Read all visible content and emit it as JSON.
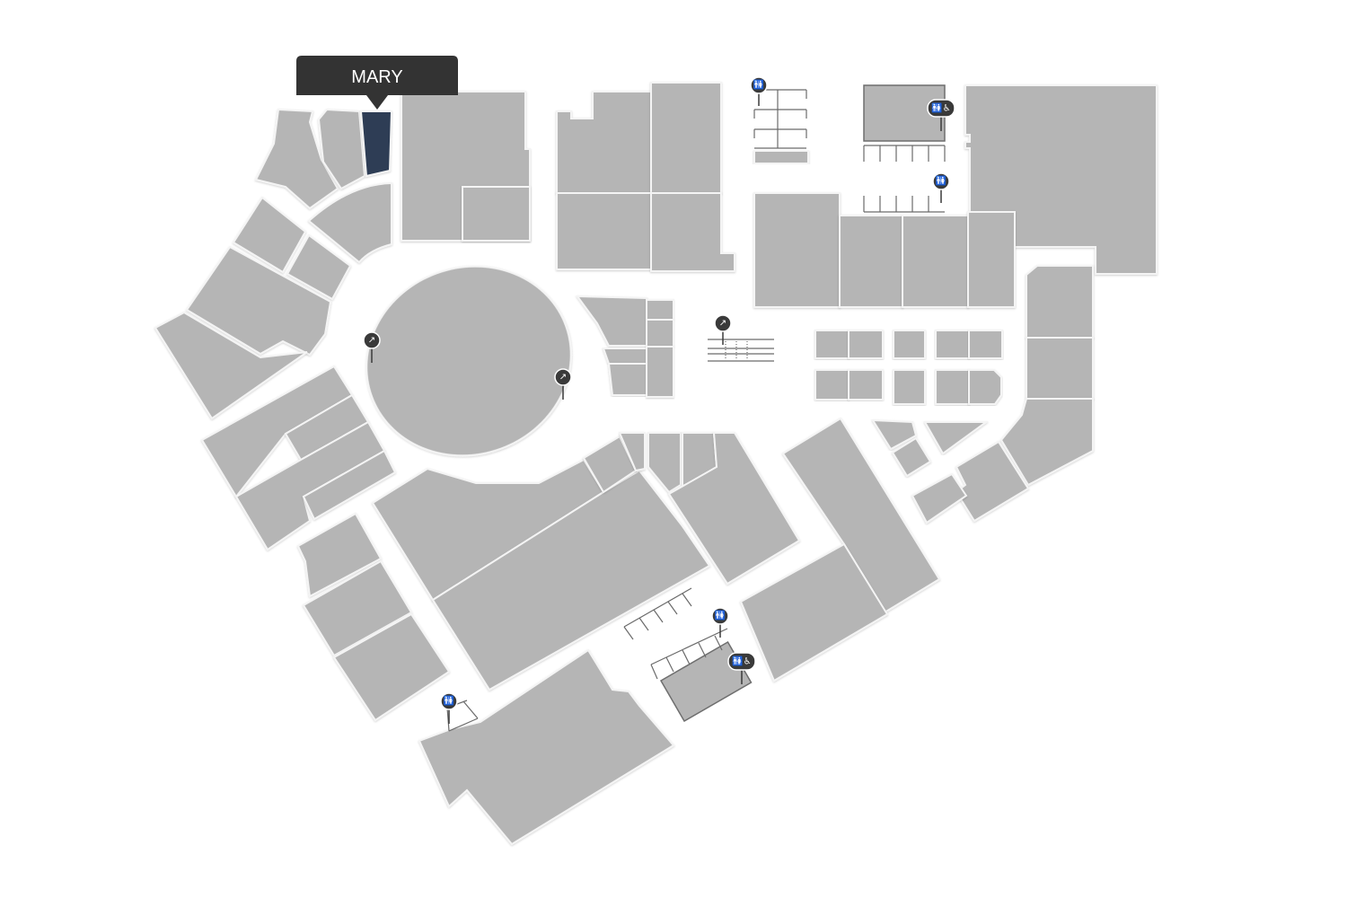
{
  "map": {
    "selected_store": {
      "label": "MARY",
      "color": "#2d3e55"
    },
    "colors": {
      "store": "#b5b5b5",
      "background": "#ffffff",
      "tooltip": "#333333"
    },
    "amenities": [
      {
        "type": "restroom",
        "icon": "restroom-icon",
        "glyph": "🚻"
      },
      {
        "type": "restroom-accessible",
        "icon": "accessible-restroom-icon",
        "glyph": "🚻♿"
      },
      {
        "type": "escalator",
        "icon": "escalator-icon",
        "glyph": "↗"
      }
    ]
  }
}
